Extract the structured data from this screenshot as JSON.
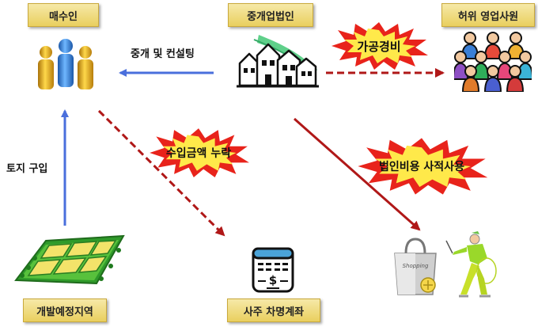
{
  "boxes": {
    "buyer": "매수인",
    "broker": "중개업법인",
    "fake_staff": "허위 영업사원",
    "dev_area": "개발예정지역",
    "owner_account": "사주 차명계좌"
  },
  "edge_labels": {
    "consulting": "중개 및 컨설팅",
    "land_purchase": "토지 구입"
  },
  "bursts": {
    "fake_expense": "가공경비",
    "income_omission": "수입금액 누락",
    "private_use": "법인비용 사적사용"
  },
  "icons": {
    "shopping_tag": "Shopping"
  },
  "colors": {
    "blue_arrow": "#4a6fdc",
    "red_arrow": "#b01818",
    "burst_outer": "#e8231b",
    "burst_inner": "#ffe94a"
  }
}
